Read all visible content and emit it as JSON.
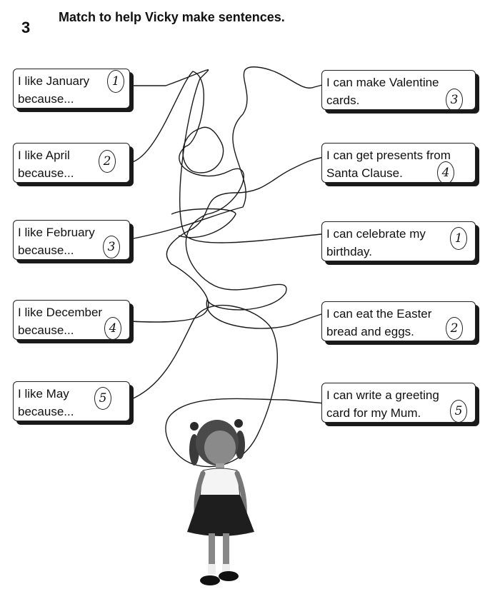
{
  "exercise": {
    "number": "3",
    "instruction": "Match to help Vicky make sentences."
  },
  "left_items": [
    {
      "line1": "I like January",
      "line2": "because...",
      "mark": "1"
    },
    {
      "line1": "I like April",
      "line2": "because...",
      "mark": "2"
    },
    {
      "line1": "I like February",
      "line2": "because...",
      "mark": "3"
    },
    {
      "line1": "I like December",
      "line2": "because...",
      "mark": "4"
    },
    {
      "line1": "I like May",
      "line2": "because...",
      "mark": "5"
    }
  ],
  "right_items": [
    {
      "line1": "I can make Valentine",
      "line2": "cards.",
      "mark": "3"
    },
    {
      "line1": "I can get presents from",
      "line2": "Santa Clause.",
      "mark": "4"
    },
    {
      "line1": "I can celebrate my",
      "line2": "birthday.",
      "mark": "1"
    },
    {
      "line1": "I can eat the Easter",
      "line2": "bread and eggs.",
      "mark": "2"
    },
    {
      "line1": "I can write a greeting",
      "line2": "card for my Mum.",
      "mark": "5"
    }
  ],
  "figure": {
    "icon": "girl-illustration"
  }
}
